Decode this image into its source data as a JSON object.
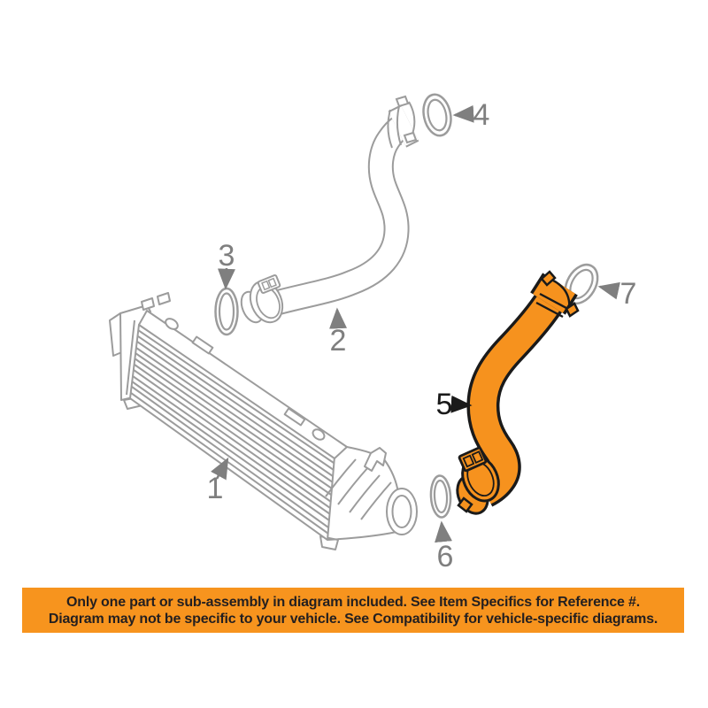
{
  "page": {
    "background": "#FFFFFF"
  },
  "diagram": {
    "kind": "oem-parts-diagram",
    "subject": "intercooler-and-charge-air-hoses",
    "line_color": "#9C9C9C",
    "label_color": "#7F7F7F",
    "highlight_fill": "#F6921E",
    "highlight_outline": "#1A1A1A",
    "highlighted_ref": "5",
    "parts": [
      {
        "ref": "1",
        "name": "intercooler"
      },
      {
        "ref": "2",
        "name": "charge-air-hose-upper"
      },
      {
        "ref": "3",
        "name": "seal-ring-hose-2-lower"
      },
      {
        "ref": "4",
        "name": "seal-ring-hose-2-upper"
      },
      {
        "ref": "5",
        "name": "charge-air-hose-highlighted"
      },
      {
        "ref": "6",
        "name": "seal-ring-hose-5-lower"
      },
      {
        "ref": "7",
        "name": "seal-ring-hose-5-upper"
      }
    ]
  },
  "banner": {
    "line1": "Only one part or sub-assembly in diagram included. See Item Specifics for Reference #.",
    "line2": "Diagram may not be specific to your vehicle. See Compatibility for vehicle-specific diagrams.",
    "background": "#F7941E",
    "text_color": "#231F20"
  }
}
